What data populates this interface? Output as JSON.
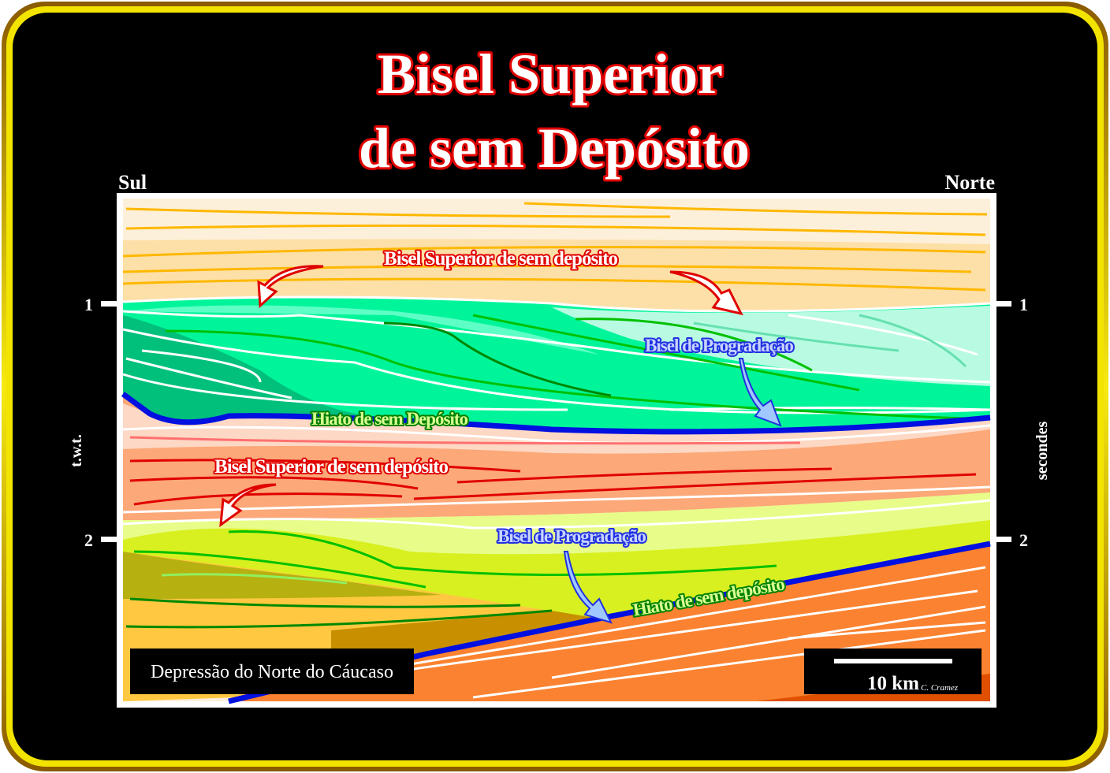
{
  "title": {
    "line1": "Bisel Superior",
    "line2": "de sem Depósito"
  },
  "directions": {
    "left": "Sul",
    "right": "Norte"
  },
  "axis": {
    "left_ticks": [
      "1",
      "2"
    ],
    "right_ticks": [
      "1",
      "2"
    ],
    "left_label": "t.w.t.",
    "right_label": "secondes"
  },
  "annotations": {
    "toplap_upper": "Bisel Superior de sem depósito",
    "downlap_upper": "Bisel de Progradação",
    "hiatus_upper": "Hiato de sem Depósito",
    "toplap_lower": "Bisel Superior de sem depósito",
    "downlap_lower": "Bisel de Progradação",
    "hiatus_lower": "Hiato de sem depósito"
  },
  "location": "Depressão do Norte do Cáucaso",
  "scale": {
    "label": "10 km",
    "credit": "C. Cramez"
  },
  "colors": {
    "frame": "#f5e600",
    "title": "#ffffff",
    "title_outline": "#e00000",
    "unconformity": "#0010e0"
  }
}
